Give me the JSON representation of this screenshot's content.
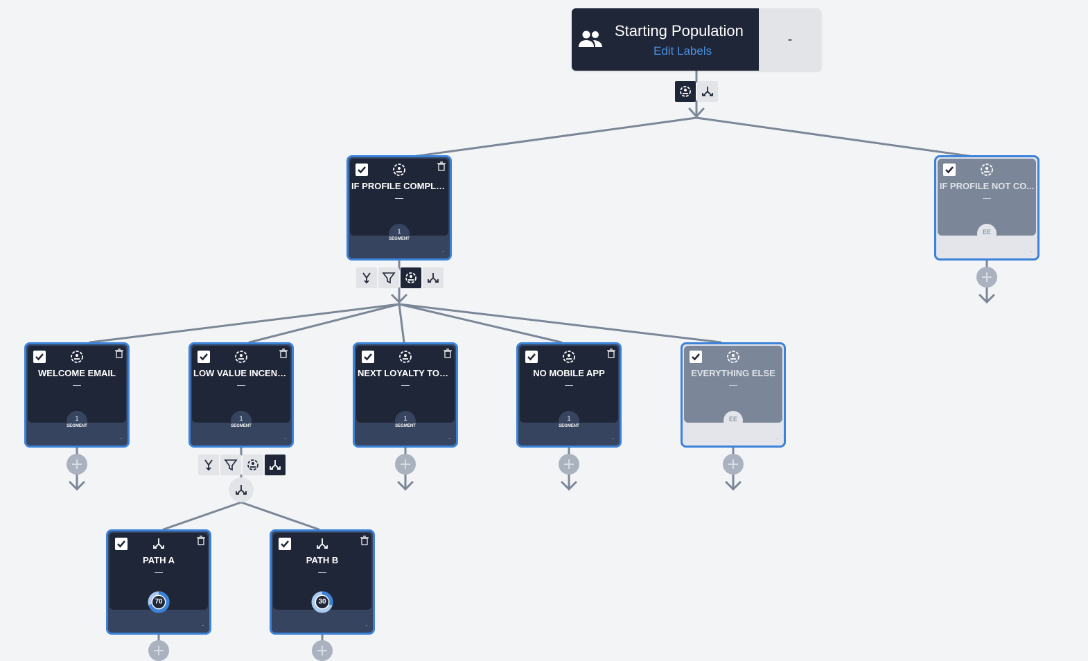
{
  "root": {
    "title": "Starting Population",
    "edit_label": "Edit Labels",
    "value": "-",
    "icon": "people-icon"
  },
  "cards": {
    "if_profile_complete": {
      "title": "IF PROFILE COMPLE...",
      "segment_count": "1",
      "segment_label": "SEGMENT",
      "footer": "-"
    },
    "if_profile_not": {
      "title": "IF PROFILE NOT CO...",
      "badge": "EE",
      "footer": "-"
    },
    "welcome_email": {
      "title": "WELCOME EMAIL",
      "segment_count": "1",
      "segment_label": "SEGMENT",
      "footer": "-"
    },
    "low_value": {
      "title": "LOW VALUE INCENTI...",
      "segment_count": "1",
      "segment_label": "SEGMENT",
      "footer": "-"
    },
    "next_loyalty": {
      "title": "NEXT LOYALTY TOU...",
      "segment_count": "1",
      "segment_label": "SEGMENT",
      "footer": "-"
    },
    "no_mobile_app": {
      "title": "NO MOBILE APP",
      "segment_count": "1",
      "segment_label": "SEGMENT",
      "footer": "-"
    },
    "everything_else": {
      "title": "EVERYTHING ELSE",
      "badge": "EE",
      "footer": "-"
    },
    "path_a": {
      "title": "PATH A",
      "percent": 70,
      "percent_label": "70",
      "footer": "-"
    },
    "path_b": {
      "title": "PATH B",
      "percent": 30,
      "percent_label": "30",
      "footer": "-"
    }
  },
  "colors": {
    "card_dark": "#1f2638",
    "card_border": "#3b82d9",
    "card_grey": "#7b8798",
    "connector": "#7b8798"
  }
}
